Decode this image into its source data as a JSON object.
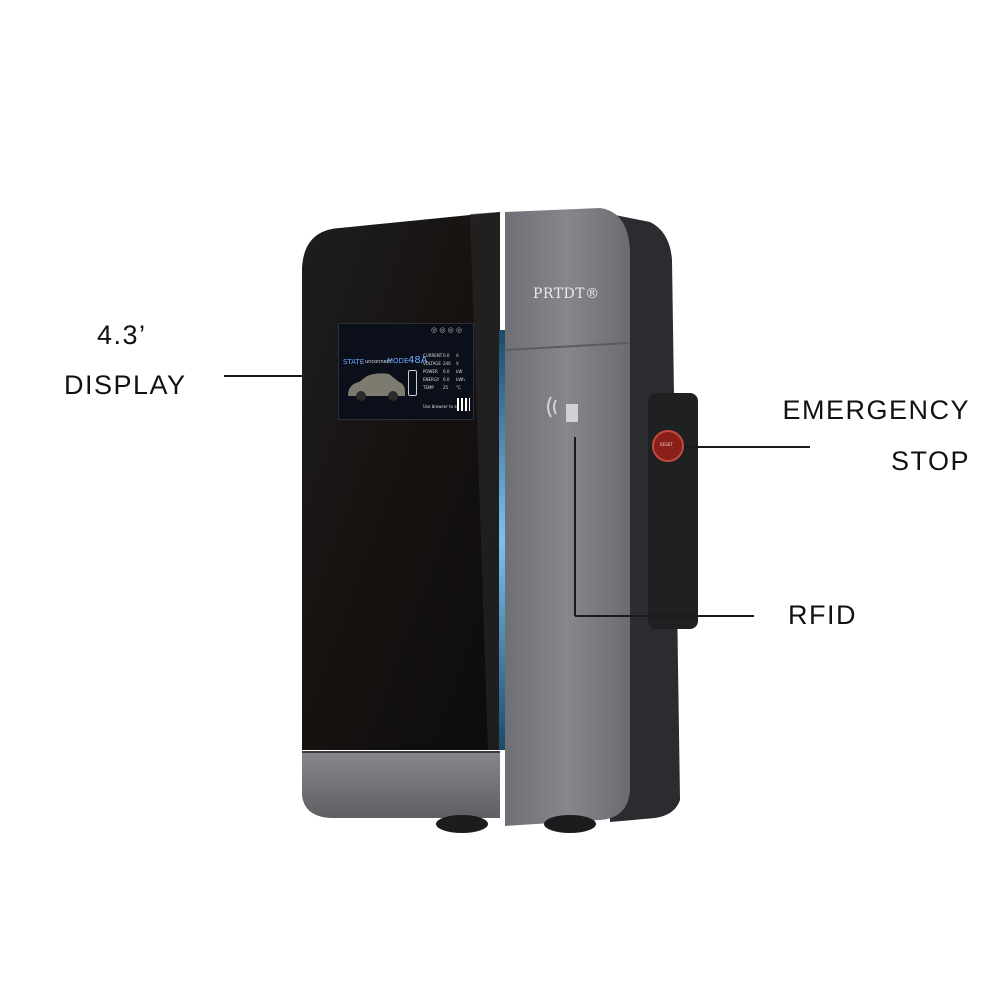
{
  "device": {
    "brand": "PRTDT®",
    "screen": {
      "state_label": "STATE",
      "state_value": "unconnect",
      "mode_label": "MODE",
      "mode_value": "48A",
      "rows": [
        {
          "label": "CURRENT",
          "value": "0.0",
          "unit": "A"
        },
        {
          "label": "VOLTAGE",
          "value": "240",
          "unit": "V"
        },
        {
          "label": "POWER",
          "value": "0.0",
          "unit": "kW"
        },
        {
          "label": "ENERGY",
          "value": "0.0",
          "unit": "kWh"
        },
        {
          "label": "TEMP",
          "value": "25",
          "unit": "°C"
        }
      ],
      "scan_text": "Use browser to scan"
    },
    "estop_label": "RESET"
  },
  "callouts": {
    "display_line1": "4.3’",
    "display_line2": "DISPLAY",
    "estop_line1": "EMERGENCY",
    "estop_line2": "STOP",
    "rfid": "RFID"
  },
  "colors": {
    "glass": "#141414",
    "panel": "#7f8186",
    "housing": "#2c2d30",
    "accent_strip": "#6fb4e6",
    "estop": "#8a1f1a"
  }
}
